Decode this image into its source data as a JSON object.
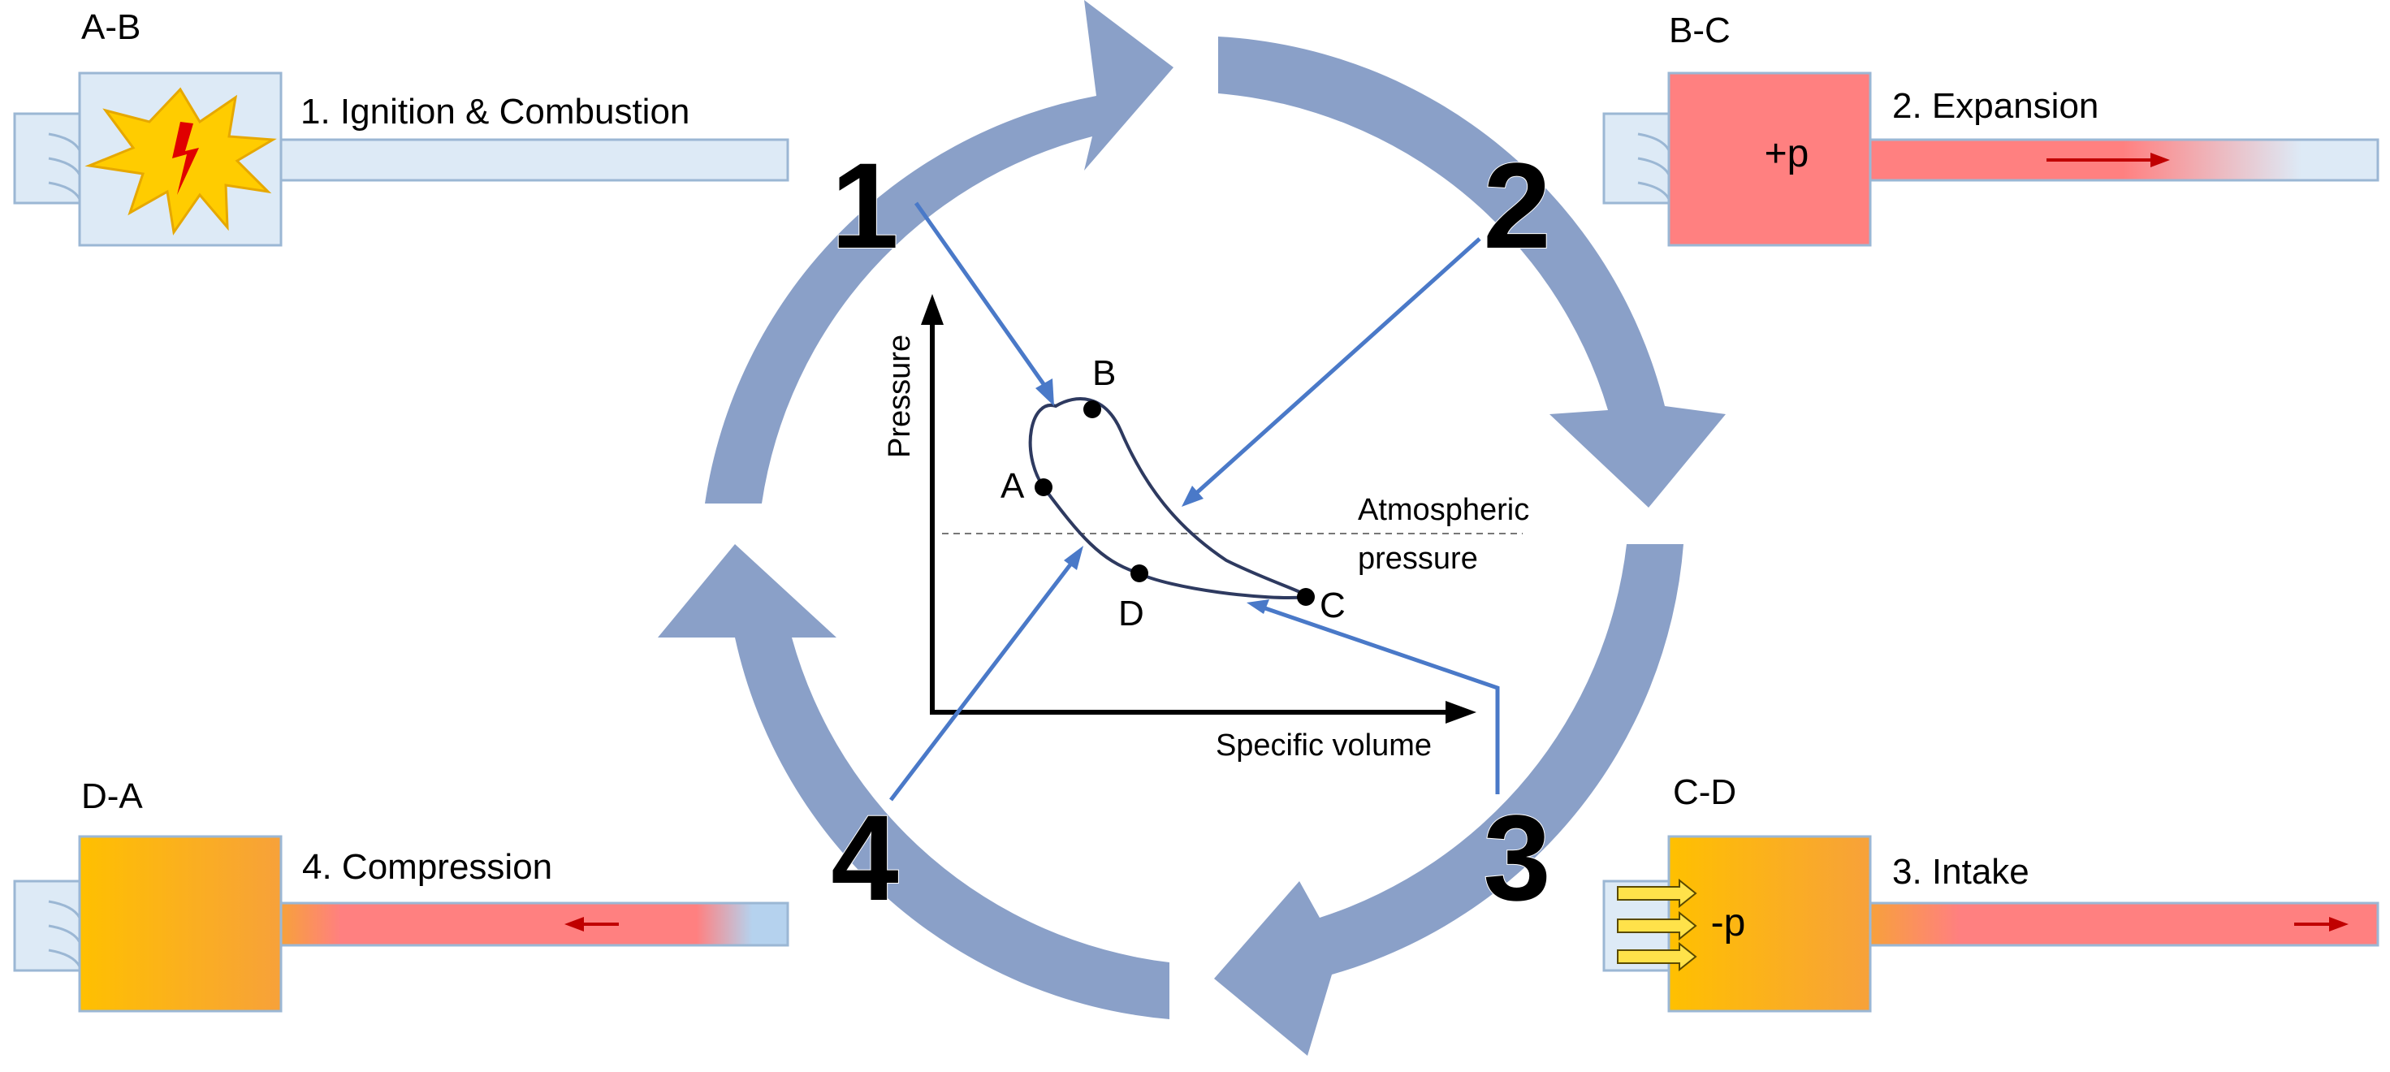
{
  "colors": {
    "cycle_arrow": "#8aa0c8",
    "pointer_line": "#4a79c8",
    "chamber_blue": "#ddeaf6",
    "hot": "#ff8080",
    "fuel": "#ffc000",
    "orange": "#f7a13a",
    "pipe_blue": "#b5d2ee",
    "flow_arrow": "#c00000",
    "outline": "#9bb7d4",
    "spark": "#ffcc00"
  },
  "cycle_steps": [
    "1",
    "2",
    "3",
    "4"
  ],
  "stages": {
    "ab": {
      "code": "A-B",
      "title": "1. Ignition & Combustion",
      "spark_icon": "explosion-spark"
    },
    "bc": {
      "code": "B-C",
      "title": "2. Expansion",
      "pressure_label": "+p"
    },
    "cd": {
      "code": "C-D",
      "title": "3. Intake",
      "pressure_label": "-p"
    },
    "da": {
      "code": "D-A",
      "title": "4. Compression"
    }
  },
  "chart": {
    "y_label": "Pressure",
    "x_label": "Specific volume",
    "reference_label_line1": "Atmospheric",
    "reference_label_line2": "pressure",
    "points": [
      "A",
      "B",
      "C",
      "D"
    ]
  }
}
